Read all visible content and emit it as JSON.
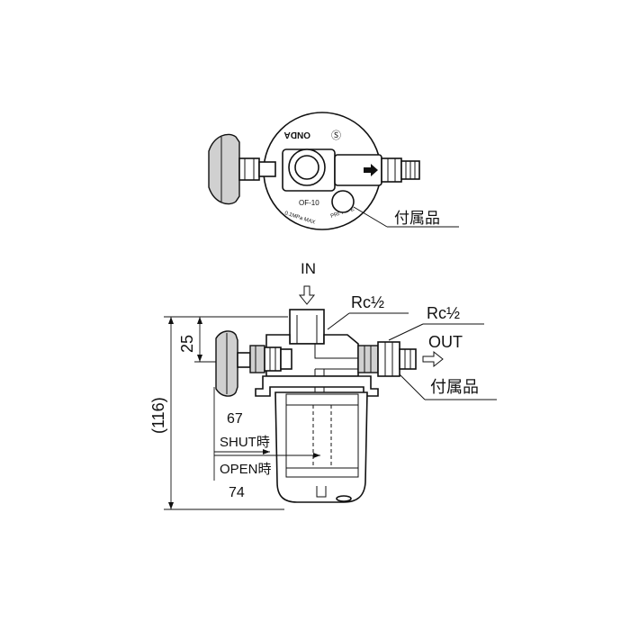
{
  "top_view": {
    "brand": "ONDA",
    "model": "OF-10",
    "rating": "0.1MPa MAX",
    "flow_text": "PRI TYPE",
    "accessory_label": "付属品"
  },
  "side_view": {
    "inlet_label": "IN",
    "inlet_thread": "Rc½",
    "outlet_thread": "Rc½",
    "outlet_label": "OUT",
    "accessory_label": "付属品",
    "dim_top": "25",
    "dim_total": "(116)",
    "dim_shut_value": "67",
    "dim_shut_label": "SHUT時",
    "dim_open_label": "OPEN時",
    "dim_open_value": "74"
  }
}
